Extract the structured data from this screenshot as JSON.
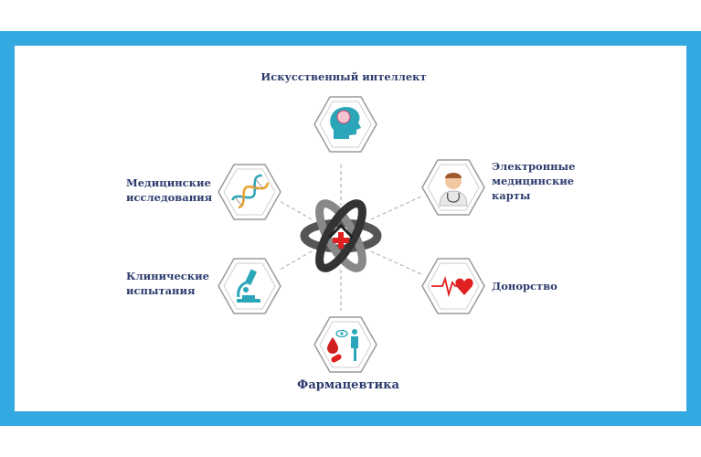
{
  "diagram": {
    "nodes": [
      {
        "id": "ai",
        "label_lines": [
          "Искусственный интеллект"
        ],
        "icon": "brain-head-icon"
      },
      {
        "id": "emr",
        "label_lines": [
          "Электронные",
          "медицинские",
          "карты"
        ],
        "icon": "doctor-icon"
      },
      {
        "id": "donation",
        "label_lines": [
          "Донорство"
        ],
        "icon": "heartbeat-icon"
      },
      {
        "id": "pharma",
        "label_lines": [
          "Фармацевтика"
        ],
        "icon": "pharmacy-icon"
      },
      {
        "id": "trials",
        "label_lines": [
          "Клинические",
          "испытания"
        ],
        "icon": "microscope-icon"
      },
      {
        "id": "research",
        "label_lines": [
          "Медицинские",
          "исследования"
        ],
        "icon": "dna-icon"
      }
    ],
    "center_icon": "medical-hub-icon",
    "colors": {
      "frame": "#34a8e1",
      "label": "#2d3c6e",
      "hex_outline": "#9a9a9a",
      "icon_teal": "#2aa6b8",
      "accent_red": "#e02020"
    }
  }
}
